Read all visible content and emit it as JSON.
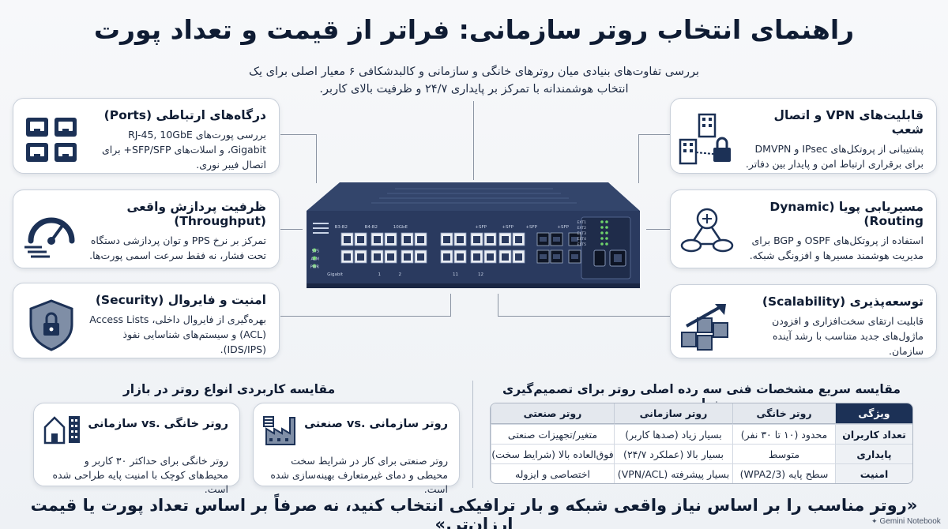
{
  "title": "راهنمای انتخاب روتر سازمانی: فراتر از قیمت و تعداد پورت",
  "subtitle": "بررسی تفاوت‌های بنیادی میان روترهای خانگی و سازمانی و کالبدشکافی ۶ معیار اصلی برای یک انتخاب هوشمندانه با تمرکز بر پایداری ۲۴/۷ و ظرفیت بالای کاربر.",
  "cards": {
    "ports": {
      "title": "درگاه‌های ارتباطی (Ports)",
      "text": "بررسی پورت‌های RJ-45, 10GbE Gigabit، و اسلات‌های SFP/SFP+ برای اتصال فیبر نوری.",
      "icon": "ethernet-ports-icon"
    },
    "throughput": {
      "title": "ظرفیت پردازش واقعی (Throughput)",
      "text": "تمرکز بر نرخ PPS و توان پردازشی دستگاه تحت فشار، نه فقط سرعت اسمی پورت‌ها.",
      "icon": "speedometer-icon"
    },
    "security": {
      "title": "امنیت و فایروال (Security)",
      "text": "بهره‌گیری از فایروال داخلی، Access Lists (ACL) و سیستم‌های شناسایی نفوذ (IDS/IPS).",
      "icon": "shield-lock-icon"
    },
    "vpn": {
      "title": "قابلیت‌های VPN و اتصال شعب",
      "text": "پشتیبانی از پروتکل‌های IPsec و DMVPN برای برقراری ارتباط امن و پایدار بین دفاتر.",
      "icon": "branch-buildings-icon"
    },
    "routing": {
      "title": "مسیریابی پویا (Dynamic Routing)",
      "text": "استفاده از پروتکل‌های OSPF و BGP برای مدیریت هوشمند مسیرها و افزونگی شبکه.",
      "icon": "routing-nodes-icon"
    },
    "scalability": {
      "title": "توسعه‌پذیری (Scalability)",
      "text": "قابلیت ارتقای سخت‌افزاری و افزودن ماژول‌های جدید متناسب با رشد آینده سازمان.",
      "icon": "modules-growth-icon"
    }
  },
  "router": {
    "port_labels": [
      "B3-B2",
      "B4-B2",
      "10GbE",
      "SFP+",
      "SFP+",
      "SFP+",
      "SFP+"
    ],
    "bottom_labels": [
      "Gigabit",
      "1",
      "2",
      "11",
      "12"
    ],
    "status_labels": [
      "SYS",
      "ALM",
      "PWR"
    ],
    "led_labels": [
      "EXT1",
      "EXT2",
      "EXT3",
      "EXT4",
      "EXT5"
    ]
  },
  "usage": {
    "heading": "مقایسه کاربردی انواع روتر در بازار",
    "home": {
      "title": "روتر خانگی .vs سازمانی",
      "text": "روتر خانگی برای حداکثر ۳۰ کاربر و محیط‌های کوچک با امنیت پایه طراحی شده است."
    },
    "industrial": {
      "title": "روتر سازمانی .vs صنعتی",
      "text": "روتر صنعتی برای کار در شرایط سخت محیطی و دمای غیرمتعارف بهینه‌سازی شده است."
    }
  },
  "table": {
    "heading": "مقایسه سریع مشخصات فنی سه رده اصلی روتر برای تصمیم‌گیری نهایی",
    "headers": [
      "ویژگی",
      "روتر خانگی",
      "روتر سازمانی",
      "روتر صنعتی"
    ],
    "rows": [
      [
        "تعداد کاربران",
        "محدود (۱۰ تا ۳۰ نفر)",
        "بسیار زیاد (صدها کاربر)",
        "متغیر/تجهیزات صنعتی"
      ],
      [
        "پایداری",
        "متوسط",
        "بسیار بالا (عملکرد ۲۴/۷)",
        "فوق‌العاده بالا (شرایط سخت)"
      ],
      [
        "امنیت",
        "سطح پایه (WPA2/3)",
        "بسیار پیشرفته (VPN/ACL)",
        "اختصاصی و ایزوله"
      ]
    ]
  },
  "quote": "«روتر مناسب را بر اساس نیاز واقعی شبکه و بار ترافیکی انتخاب کنید، نه صرفاً بر اساس تعداد پورت یا قیمت ارزان‌تر.»",
  "watermark": "Gemini Notebook",
  "colors": {
    "navy": "#1c3156",
    "text": "#16233a",
    "accent_green": "#6fd36b"
  }
}
